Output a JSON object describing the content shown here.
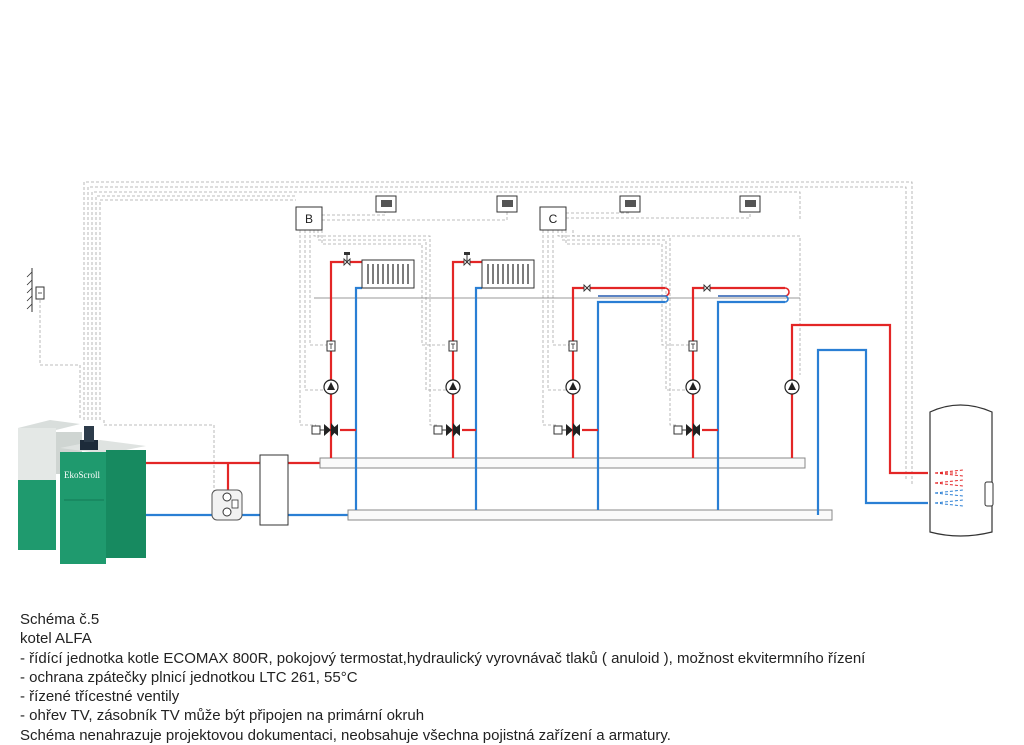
{
  "boiler": {
    "brand": "EkoScroll"
  },
  "controllers": [
    {
      "id": "B"
    },
    {
      "id": "C"
    }
  ],
  "caption": {
    "title": "Schéma č.5",
    "subtitle": "kotel ALFA",
    "lines": [
      "- řídící jednotka kotle ECOMAX 800R, pokojový termostat,hydraulický vyrovnávač tlaků ( anuloid ), možnost ekvitermního řízení",
      "- ochrana zpátečky plnicí jednotkou LTC 261, 55°C",
      "- řízené třícestné ventily",
      "- ohřev TV, zásobník TV může být připojen na primární okruh"
    ],
    "disclaimer": "Schéma nenahrazuje projektovou dokumentaci, neobsahuje všechna pojistná zařízení a armatury."
  },
  "colors": {
    "supply": "#e32626",
    "return": "#2a7fd4",
    "boiler_green": "#1f9a6e",
    "control_wire": "#a8a8a8"
  },
  "icons": [
    "boiler-icon",
    "room-thermostat-icon",
    "outdoor-sensor-icon",
    "radiator-icon",
    "floor-heating-icon",
    "pump-icon",
    "mixing-valve-icon",
    "thermometer-icon",
    "hot-water-tank-icon",
    "hydraulic-separator-icon",
    "loading-unit-icon"
  ]
}
